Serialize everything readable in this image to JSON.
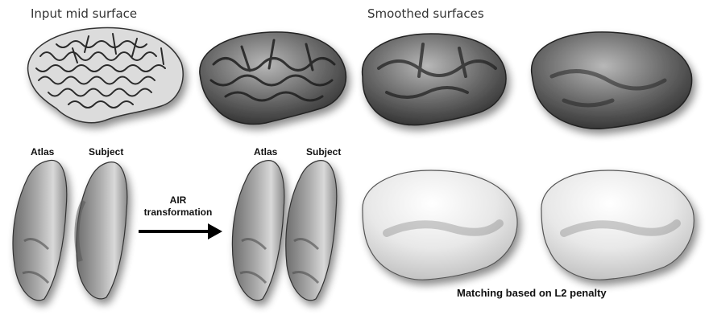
{
  "top": {
    "input_title": "Input mid surface",
    "smoothed_title": "Smoothed surfaces"
  },
  "bottom_left": {
    "atlas_label": "Atlas",
    "subject_label": "Subject"
  },
  "transform": {
    "line1": "AIR",
    "line2": "transformation"
  },
  "bottom_mid": {
    "atlas_label": "Atlas",
    "subject_label": "Subject"
  },
  "bottom_right": {
    "caption": "Matching based on L2 penalty"
  },
  "colors": {
    "brain_dark": "#3a3a3a",
    "brain_mid": "#7a7a7a",
    "brain_light": "#e6e6e6",
    "arrow": "#000000"
  }
}
